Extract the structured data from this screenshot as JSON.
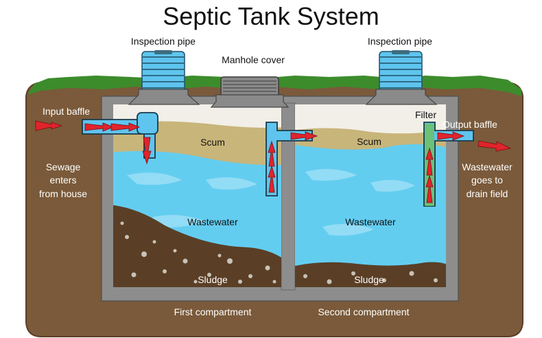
{
  "title": "Septic Tank System",
  "labels": {
    "inspection_pipe_left": "Inspection pipe",
    "inspection_pipe_right": "Inspection pipe",
    "manhole_cover": "Manhole cover",
    "input_baffle": "Input baffle",
    "output_baffle": "Output baffle",
    "filter": "Filter",
    "scum_left": "Scum",
    "scum_right": "Scum",
    "wastewater_left": "Wastewater",
    "wastewater_right": "Wastewater",
    "sludge_left": "Sludge",
    "sludge_right": "Sludge",
    "sewage_line1": "Sewage",
    "sewage_line2": "enters",
    "sewage_line3": "from house",
    "drain_line1": "Wastewater",
    "drain_line2": "goes to",
    "drain_line3": "drain field",
    "first_compartment": "First compartment",
    "second_compartment": "Second compartment"
  },
  "colors": {
    "soil": "#7a5a3a",
    "grass": "#3c8c2c",
    "tank_wall": "#8d8d8d",
    "water": "#63cdf0",
    "scum": "#c8b57a",
    "sludge": "#5a3f26",
    "pipe": "#5fc4ee",
    "arrow": "#e0242c",
    "filter": "#6fc04f"
  }
}
